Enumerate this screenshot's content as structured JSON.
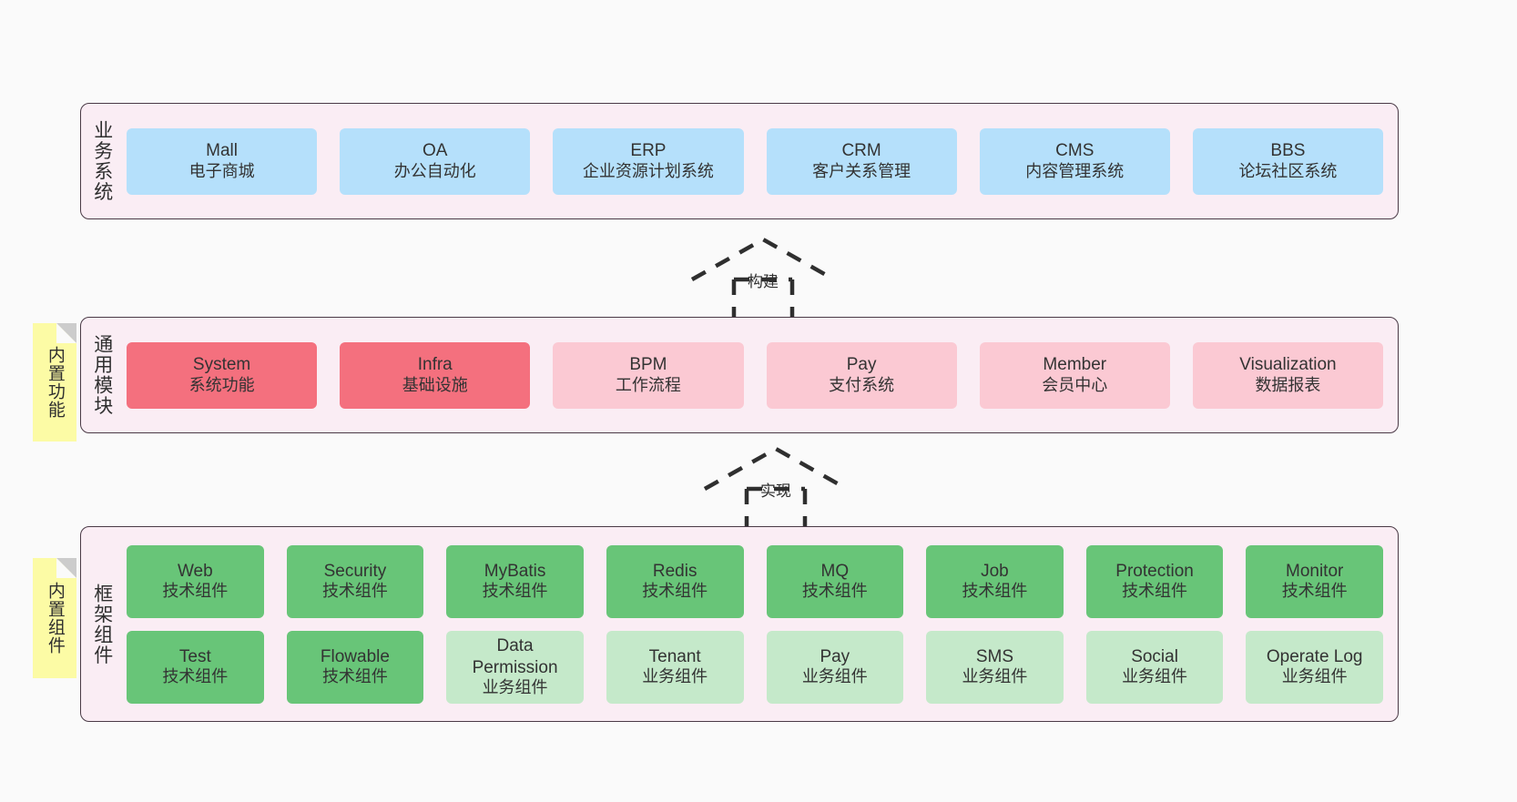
{
  "diagram": {
    "background": "#FAFAFA",
    "palette": {
      "panel_bg": "#FAEDF4",
      "panel_border": "#4A3A46",
      "blue": "#B5E0FB",
      "red": "#F4707E",
      "pink": "#FBC9D3",
      "green": "#68C578",
      "light_green": "#C5E9CA",
      "sticky_yellow": "#FCFBA5",
      "sticky_fold": "#CCCCCC"
    }
  },
  "layers": [
    {
      "id": "business",
      "title": "业务系统",
      "rows": [
        [
          {
            "name": "Mall",
            "desc": "电子商城",
            "color": "blue"
          },
          {
            "name": "OA",
            "desc": "办公自动化",
            "color": "blue"
          },
          {
            "name": "ERP",
            "desc": "企业资源计划系统",
            "color": "blue"
          },
          {
            "name": "CRM",
            "desc": "客户关系管理",
            "color": "blue"
          },
          {
            "name": "CMS",
            "desc": "内容管理系统",
            "color": "blue"
          },
          {
            "name": "BBS",
            "desc": "论坛社区系统",
            "color": "blue"
          }
        ]
      ]
    },
    {
      "id": "common",
      "title": "通用模块",
      "sticky": "内置功能",
      "rows": [
        [
          {
            "name": "System",
            "desc": "系统功能",
            "color": "red"
          },
          {
            "name": "Infra",
            "desc": "基础设施",
            "color": "red"
          },
          {
            "name": "BPM",
            "desc": "工作流程",
            "color": "pink"
          },
          {
            "name": "Pay",
            "desc": "支付系统",
            "color": "pink"
          },
          {
            "name": "Member",
            "desc": "会员中心",
            "color": "pink"
          },
          {
            "name": "Visualization",
            "desc": "数据报表",
            "color": "pink"
          }
        ]
      ]
    },
    {
      "id": "framework",
      "title": "框架组件",
      "sticky": "内置组件",
      "rows": [
        [
          {
            "name": "Web",
            "desc": "技术组件",
            "color": "green"
          },
          {
            "name": "Security",
            "desc": "技术组件",
            "color": "green"
          },
          {
            "name": "MyBatis",
            "desc": "技术组件",
            "color": "green"
          },
          {
            "name": "Redis",
            "desc": "技术组件",
            "color": "green"
          },
          {
            "name": "MQ",
            "desc": "技术组件",
            "color": "green"
          },
          {
            "name": "Job",
            "desc": "技术组件",
            "color": "green"
          },
          {
            "name": "Protection",
            "desc": "技术组件",
            "color": "green"
          },
          {
            "name": "Monitor",
            "desc": "技术组件",
            "color": "green"
          }
        ],
        [
          {
            "name": "Test",
            "desc": "技术组件",
            "color": "green"
          },
          {
            "name": "Flowable",
            "desc": "技术组件",
            "color": "green"
          },
          {
            "name": "Data Permission",
            "desc": "业务组件",
            "color": "light_green"
          },
          {
            "name": "Tenant",
            "desc": "业务组件",
            "color": "light_green"
          },
          {
            "name": "Pay",
            "desc": "业务组件",
            "color": "light_green"
          },
          {
            "name": "SMS",
            "desc": "业务组件",
            "color": "light_green"
          },
          {
            "name": "Social",
            "desc": "业务组件",
            "color": "light_green"
          },
          {
            "name": "Operate Log",
            "desc": "业务组件",
            "color": "light_green"
          }
        ]
      ]
    }
  ],
  "arrows": [
    {
      "id": "build",
      "label": "构建",
      "from": "common",
      "to": "business",
      "style": "dashed-generalization"
    },
    {
      "id": "impl",
      "label": "实现",
      "from": "framework",
      "to": "common",
      "style": "dashed-generalization"
    }
  ]
}
